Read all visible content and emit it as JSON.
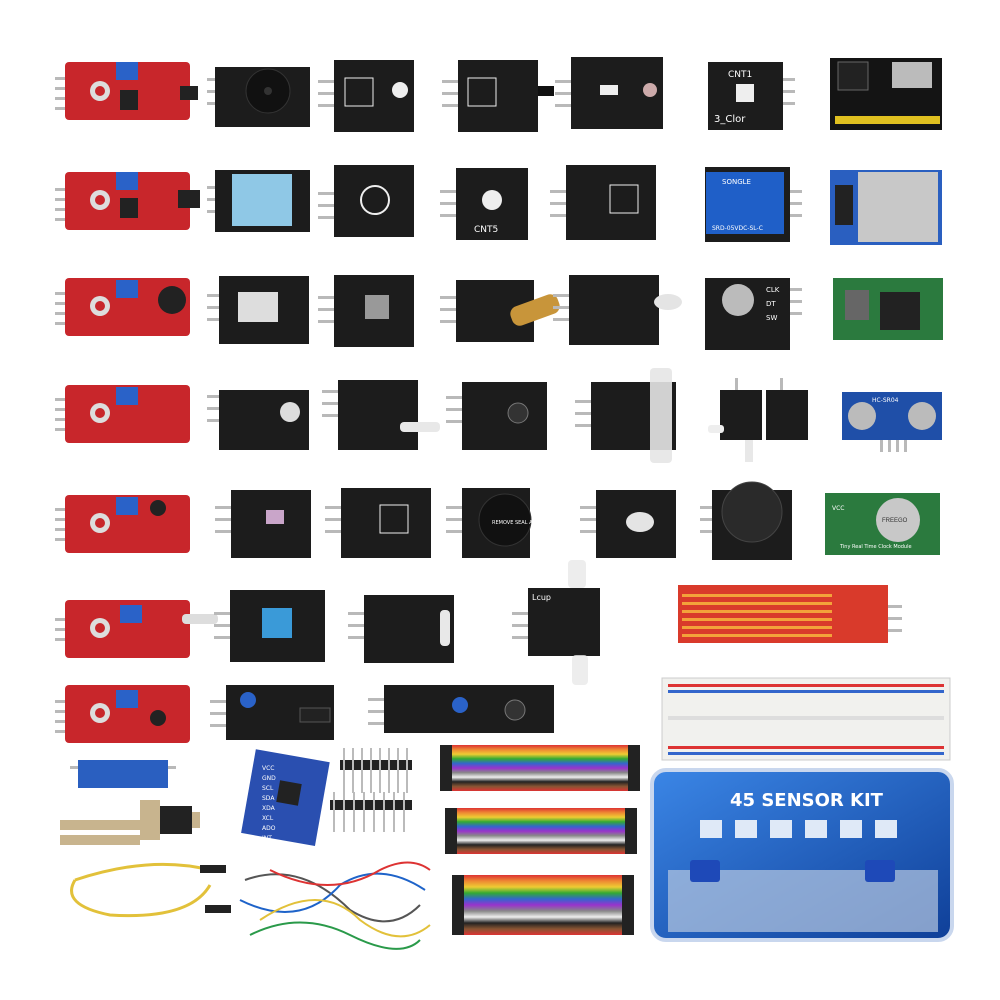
{
  "product": {
    "kit_label": "45 SENSOR KIT"
  },
  "board_labels": {
    "cnt1": "CNT1",
    "color3": "3_Clor",
    "cnt5": "CNT5",
    "remove_seal": "REMOVE SEAL AFTER WASHING",
    "clk": "CLK",
    "dt": "DT",
    "sw": "SW",
    "hc_sr04": "HC-SR04",
    "vcc": "VCC",
    "gnd": "GND",
    "scl": "SCL",
    "sda": "SDA",
    "xda": "XDA",
    "xcl": "XCL",
    "ado": "ADO",
    "int": "INT",
    "freego": "FREEGO",
    "rtc_caption": "Tiny Real Time Clock Module",
    "lcup": "Lcup",
    "relay_brand": "SONGLE",
    "relay_model": "SRD-05VDC-SL-C"
  },
  "colors": {
    "red_board": "#c8262b",
    "black_board": "#1c1c1c",
    "blue_board": "#1f4fa8",
    "green_board": "#2b7a3e",
    "breadboard": "#f1f1ee",
    "box_blue": "#1e63c9",
    "pin": "#b9b9b9"
  },
  "icons": {
    "pins": "header-pins",
    "potentiometer": "blue-trimpot",
    "led": "led-bulb",
    "joystick": "joystick-cap",
    "ultrasonic": "ultrasonic-transducers",
    "battery": "coin-cell"
  }
}
